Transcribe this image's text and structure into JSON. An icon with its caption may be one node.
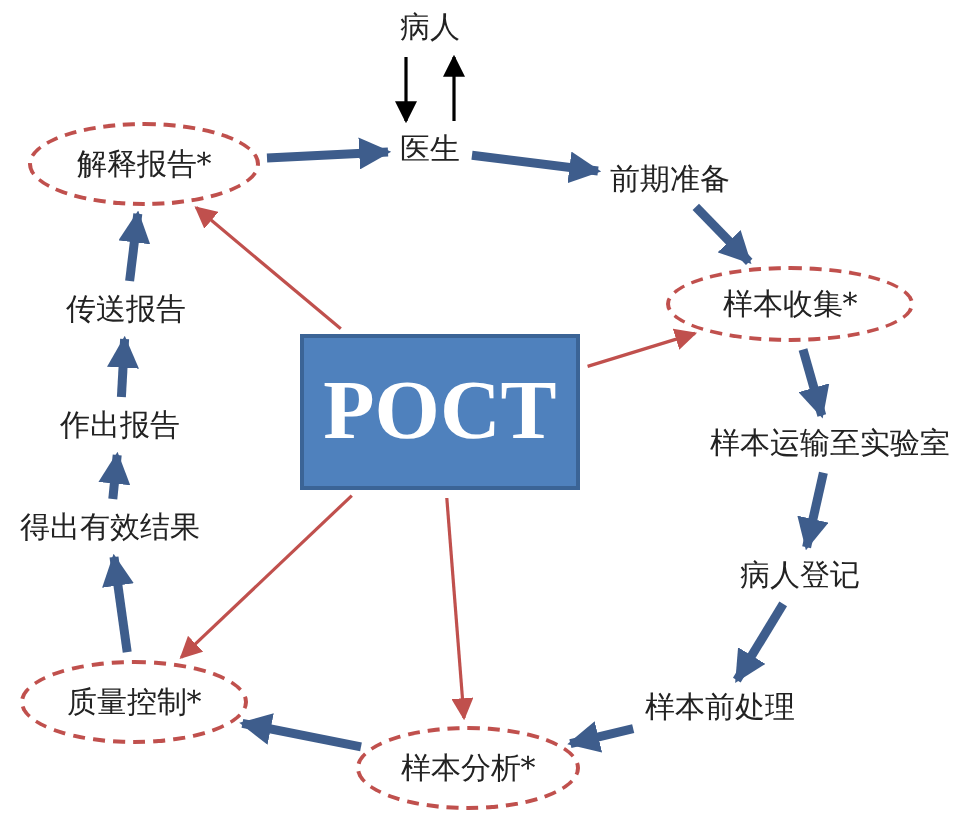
{
  "diagram": {
    "nodes": [
      {
        "text": [
          "POCT"
        ]
      },
      {
        "text": [
          "病人"
        ]
      },
      {
        "text": [
          "医生"
        ]
      },
      {
        "text": [
          "前期准备"
        ]
      },
      {
        "text": [
          "样本收集*"
        ]
      },
      {
        "text": [
          "样本运输至实验室"
        ]
      },
      {
        "text": [
          "病人登记"
        ]
      },
      {
        "text": [
          "样本前处理"
        ]
      },
      {
        "text": [
          "样本分析*"
        ]
      },
      {
        "text": [
          "质量控制*"
        ]
      },
      {
        "text": [
          "得出有效结果"
        ]
      },
      {
        "text": [
          "作出报告"
        ]
      },
      {
        "text": [
          "传送报告"
        ]
      },
      {
        "text": [
          "解释报告*"
        ]
      }
    ],
    "edges": [
      {
        "from": 1,
        "to": 2,
        "arrow": "to",
        "color": "#000000"
      },
      {
        "from": 2,
        "to": 1,
        "arrow": "to",
        "color": "#000000"
      },
      {
        "from": 13,
        "to": 2,
        "arrow": "to"
      },
      {
        "from": 2,
        "to": 3,
        "arrow": "to"
      },
      {
        "from": 3,
        "to": 4,
        "arrow": "to"
      },
      {
        "from": 4,
        "to": 5,
        "arrow": "to"
      },
      {
        "from": 5,
        "to": 6,
        "arrow": "to"
      },
      {
        "from": 6,
        "to": 7,
        "arrow": "to"
      },
      {
        "from": 7,
        "to": 8,
        "arrow": "to"
      },
      {
        "from": 8,
        "to": 9,
        "arrow": "to"
      },
      {
        "from": 9,
        "to": 10,
        "arrow": "to"
      },
      {
        "from": 10,
        "to": 11,
        "arrow": "to"
      },
      {
        "from": 11,
        "to": 12,
        "arrow": "to"
      },
      {
        "from": 12,
        "to": 13,
        "arrow": "to"
      },
      {
        "from": 0,
        "to": 13,
        "arrow": "to",
        "color": "#c0504d"
      },
      {
        "from": 0,
        "to": 4,
        "arrow": "to",
        "color": "#c0504d"
      },
      {
        "from": 0,
        "to": 9,
        "arrow": "to",
        "color": "#c0504d"
      },
      {
        "from": 0,
        "to": 8,
        "arrow": "to",
        "color": "#c0504d"
      }
    ]
  }
}
